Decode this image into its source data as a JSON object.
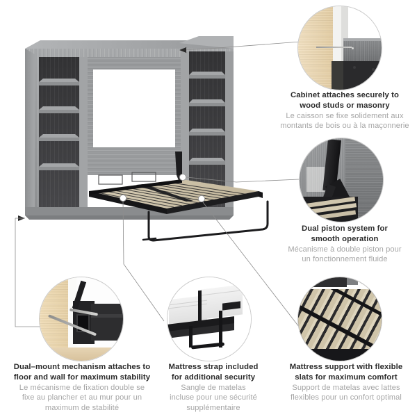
{
  "product": {
    "name": "murphy-bed-wall-unit",
    "colors": {
      "cabinet_face": "#9d9fa1",
      "cabinet_top": "#a7a9ab",
      "cabinet_interior": "#3c3c3e",
      "cabinet_shadow": "#76787a",
      "slats": "#cdc2a8",
      "frame_black": "#1d1d1f",
      "stud_wood": "#e8d3ae",
      "drywall": "#efefee",
      "mattress": "#e4e5e6",
      "background": "#ffffff"
    }
  },
  "features": [
    {
      "id": "wall-mount",
      "en": [
        "Cabinet attaches securely to",
        "wood studs or masonry"
      ],
      "fr": [
        "Le caisson se fixe solidement aux",
        "montants de bois ou à la maçonnerie"
      ],
      "photo": "screw-into-wall-stud"
    },
    {
      "id": "dual-piston",
      "en": [
        "Dual piston system for",
        "smooth operation"
      ],
      "fr": [
        "Mécanisme à double piston pour",
        "un fonctionnement fluide"
      ],
      "photo": "black-piston-arm"
    },
    {
      "id": "dual-mount",
      "en": [
        "Dual–mount mechanism attaches to",
        "floor and wall for maximum stability"
      ],
      "fr": [
        "Le mécanisme de fixation double se",
        "fixe au plancher et au mur pour un",
        "maximum de stabilité"
      ],
      "photo": "screws-through-bracket"
    },
    {
      "id": "mattress-strap",
      "en": [
        "Mattress strap included",
        "for additional security"
      ],
      "fr": [
        "Sangle de matelas",
        "incluse pour une sécurité",
        "supplémentaire"
      ],
      "photo": "mattress-with-strap"
    },
    {
      "id": "flexible-slats",
      "en": [
        "Mattress support with flexible",
        "slats for maximum comfort"
      ],
      "fr": [
        "Support de matelas avec lattes",
        "flexibles pour un confort optimal"
      ],
      "photo": "wooden-slat-deck"
    }
  ]
}
